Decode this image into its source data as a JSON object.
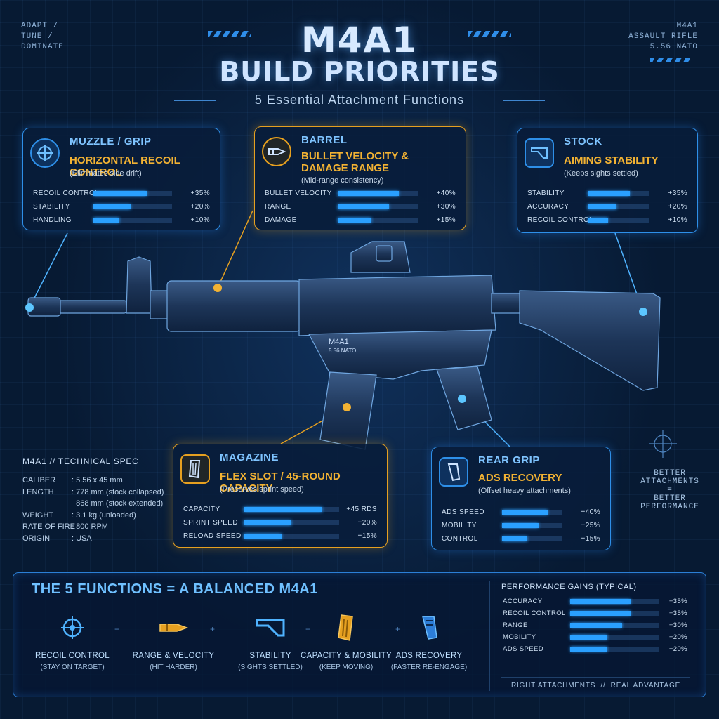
{
  "header": {
    "corner_left": [
      "ADAPT /",
      "TUNE /",
      "DOMINATE"
    ],
    "corner_right": [
      "M4A1",
      "ASSAULT RIFLE",
      "5.56 NATO"
    ],
    "title": "M4A1",
    "subtitle": "BUILD PRIORITIES",
    "tagline": "5 Essential Attachment Functions"
  },
  "cards": {
    "muzzle": {
      "heading": "MUZZLE / GRIP",
      "function": "HORIZONTAL RECOIL CONTROL",
      "note": "(Eliminates side drift)",
      "stats": [
        {
          "label": "RECOIL CONTROL",
          "value": "+35%",
          "fill": 0.68
        },
        {
          "label": "STABILITY",
          "value": "+20%",
          "fill": 0.47
        },
        {
          "label": "HANDLING",
          "value": "+10%",
          "fill": 0.33
        }
      ]
    },
    "barrel": {
      "heading": "BARREL",
      "function_line1": "BULLET VELOCITY &",
      "function_line2": "DAMAGE RANGE",
      "note": "(Mid-range consistency)",
      "stats": [
        {
          "label": "BULLET VELOCITY",
          "value": "+40%",
          "fill": 0.76
        },
        {
          "label": "RANGE",
          "value": "+30%",
          "fill": 0.64
        },
        {
          "label": "DAMAGE",
          "value": "+15%",
          "fill": 0.42
        }
      ]
    },
    "stock": {
      "heading": "STOCK",
      "function": "AIMING STABILITY",
      "note": "(Keeps sights settled)",
      "stats": [
        {
          "label": "STABILITY",
          "value": "+35%",
          "fill": 0.68
        },
        {
          "label": "ACCURACY",
          "value": "+20%",
          "fill": 0.47
        },
        {
          "label": "RECOIL CONTROL",
          "value": "+10%",
          "fill": 0.33
        }
      ]
    },
    "magazine": {
      "heading": "MAGAZINE",
      "function": "FLEX SLOT / 45-ROUND CAPACITY",
      "note": "(Preserves sprint speed)",
      "stats": [
        {
          "label": "CAPACITY",
          "value": "+45 RDS",
          "fill": 0.82
        },
        {
          "label": "SPRINT SPEED",
          "value": "+20%",
          "fill": 0.5
        },
        {
          "label": "RELOAD SPEED",
          "value": "+15%",
          "fill": 0.4
        }
      ]
    },
    "rear_grip": {
      "heading": "REAR GRIP",
      "function": "ADS RECOVERY",
      "note": "(Offset heavy attachments)",
      "stats": [
        {
          "label": "ADS SPEED",
          "value": "+40%",
          "fill": 0.76
        },
        {
          "label": "MOBILITY",
          "value": "+25%",
          "fill": 0.6
        },
        {
          "label": "CONTROL",
          "value": "+15%",
          "fill": 0.42
        }
      ]
    }
  },
  "weapon": {
    "receiver_text_1": "M4A1",
    "receiver_text_2": "5.56 NATO"
  },
  "spec": {
    "title": "M4A1 // TECHNICAL SPEC",
    "rows": [
      {
        "key": "CALIBER",
        "value": ": 5.56 x 45 mm"
      },
      {
        "key": "LENGTH",
        "value": ": 778 mm (stock collapsed)"
      },
      {
        "key": "",
        "value": "  868 mm (stock extended)"
      },
      {
        "key": "WEIGHT",
        "value": ": 3.1 kg (unloaded)"
      },
      {
        "key": "RATE OF FIRE",
        "value": ": 800 RPM"
      },
      {
        "key": "ORIGIN",
        "value": ": USA"
      }
    ]
  },
  "side_note": {
    "line1": "BETTER",
    "line2": "ATTACHMENTS",
    "line3": "=",
    "line4": "BETTER",
    "line5": "PERFORMANCE"
  },
  "functions": {
    "title": "THE 5 FUNCTIONS = A BALANCED M4A1",
    "items": [
      {
        "label": "RECOIL CONTROL",
        "sub": "(STAY ON TARGET)",
        "icon": "crosshair-icon"
      },
      {
        "label": "RANGE & VELOCITY",
        "sub": "(HIT HARDER)",
        "icon": "bullet-icon"
      },
      {
        "label": "STABILITY",
        "sub": "(SIGHTS SETTLED)",
        "icon": "stock-icon"
      },
      {
        "label": "CAPACITY & MOBILITY",
        "sub": "(KEEP MOVING)",
        "icon": "magazine-icon"
      },
      {
        "label": "ADS RECOVERY",
        "sub": "(FASTER RE-ENGAGE)",
        "icon": "grip-icon"
      }
    ]
  },
  "performance": {
    "title": "PERFORMANCE GAINS (TYPICAL)",
    "rows": [
      {
        "label": "ACCURACY",
        "value": "+35%",
        "fill": 0.68
      },
      {
        "label": "RECOIL CONTROL",
        "value": "+35%",
        "fill": 0.68
      },
      {
        "label": "RANGE",
        "value": "+30%",
        "fill": 0.58
      },
      {
        "label": "MOBILITY",
        "value": "+20%",
        "fill": 0.42
      },
      {
        "label": "ADS SPEED",
        "value": "+20%",
        "fill": 0.42
      }
    ],
    "footer": "RIGHT ATTACHMENTS  //  REAL ADVANTAGE"
  },
  "colors": {
    "accent_blue": "#2aa0ff",
    "accent_gold": "#e6a020",
    "background": "#071a33"
  }
}
